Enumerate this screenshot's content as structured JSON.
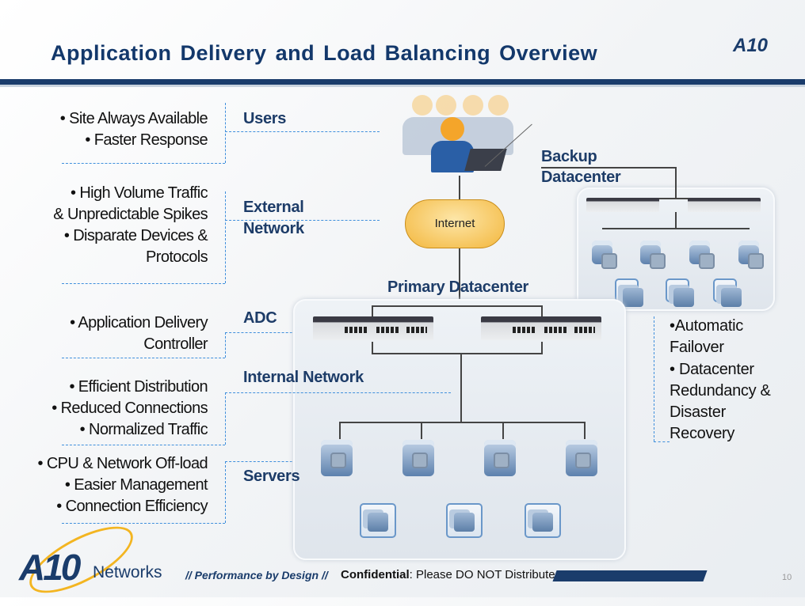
{
  "slide": {
    "title": "Application Delivery and Load Balancing Overview",
    "page_number": "10"
  },
  "layers": [
    {
      "label": "Users",
      "bullets": [
        "• Site Always Available",
        "• Faster Response"
      ]
    },
    {
      "label": "External Network",
      "bullets": [
        "• High Volume Traffic",
        "& Unpredictable Spikes",
        "• Disparate Devices &",
        "Protocols"
      ]
    },
    {
      "label": "ADC",
      "bullets": [
        "• Application Delivery",
        "Controller"
      ]
    },
    {
      "label": "Internal Network",
      "bullets": [
        "• Efficient Distribution",
        "• Reduced Connections",
        "• Normalized Traffic"
      ]
    },
    {
      "label": "Servers",
      "bullets": [
        "• CPU & Network Off-load",
        "• Easier Management",
        "• Connection Efficiency"
      ]
    }
  ],
  "diagram": {
    "internet": "Internet",
    "primary": "Primary Datacenter",
    "backup": "Backup Datacenter",
    "backup_bullets": [
      "•Automatic",
      "Failover",
      "• Datacenter",
      "Redundancy &",
      "Disaster",
      "Recovery"
    ]
  },
  "footer": {
    "logo": "A10",
    "brand": "Networks",
    "tagline": "// Performance by Design //",
    "confidential": "Confidential",
    "notice": ": Please DO NOT Distribute"
  },
  "colors": {
    "title": "#13386b",
    "accent": "#1a3c6b",
    "dashed": "#3f8fdc",
    "cloud": "#f3b73d"
  }
}
